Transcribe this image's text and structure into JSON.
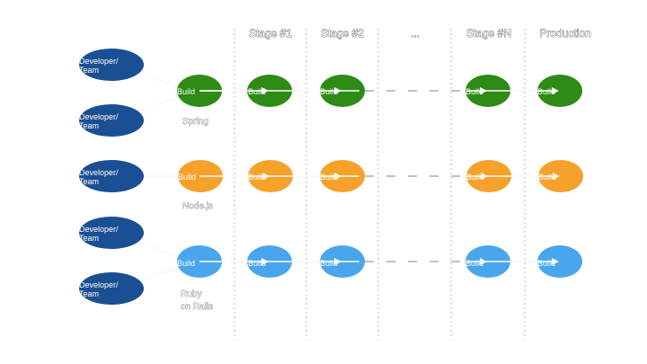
{
  "stages": [
    "Stage #1",
    "Stage #2",
    "...",
    "Stage #N",
    "Production"
  ],
  "developer_label": [
    "Developer/",
    "Team"
  ],
  "build_label": "Build",
  "pipelines": [
    {
      "tech": [
        "Spring"
      ],
      "color": "#2e8b16",
      "developers": 2
    },
    {
      "tech": [
        "Node.js"
      ],
      "color": "#f6a12a",
      "developers": 1
    },
    {
      "tech": [
        "Ruby",
        "on Rails"
      ],
      "color": "#4aa6ec",
      "developers": 2
    }
  ],
  "colors": {
    "developer": "#1b4f93",
    "divider": "#b8b8b8",
    "arrow": "#ffffff",
    "connector": "#999999"
  }
}
